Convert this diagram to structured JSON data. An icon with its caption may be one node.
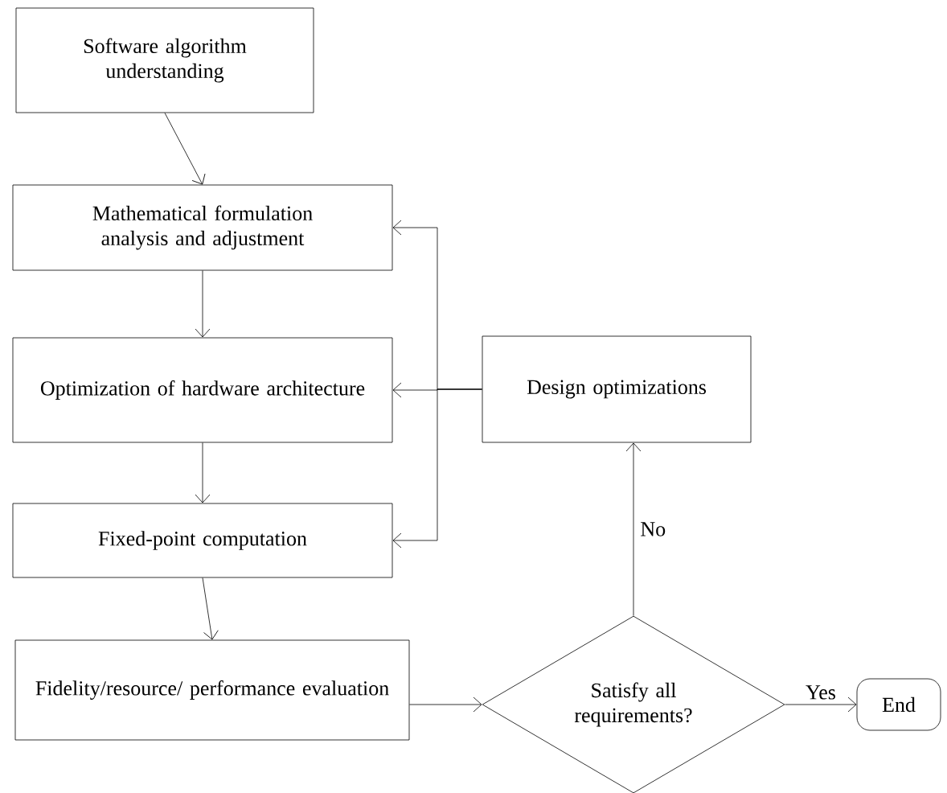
{
  "diagram": {
    "nodes": [
      {
        "text": [
          "Software algorithm understanding"
        ]
      },
      {
        "text": [
          "Mathematical formulation analysis and adjustment"
        ]
      },
      {
        "text": [
          "Optimization of hardware architecture"
        ]
      },
      {
        "text": [
          "Fixed-point computation"
        ]
      },
      {
        "text": [
          "Fidelity/resource/ performance evaluation"
        ]
      },
      {
        "text": [
          "Design optimizations"
        ]
      },
      {
        "text": [
          "Satisfy all requirements?"
        ]
      },
      {
        "text": [
          "End"
        ]
      }
    ],
    "edges": [
      {
        "from": 0,
        "to": 1,
        "arrow": "to"
      },
      {
        "from": 1,
        "to": 2,
        "arrow": "to"
      },
      {
        "from": 2,
        "to": 3,
        "arrow": "to"
      },
      {
        "from": 3,
        "to": 4,
        "arrow": "to"
      },
      {
        "from": 4,
        "to": 6,
        "arrow": "to"
      },
      {
        "from": 6,
        "to": 5,
        "arrow": "to",
        "label": "No"
      },
      {
        "from": 6,
        "to": 7,
        "arrow": "to",
        "label": "Yes"
      },
      {
        "from": 5,
        "to": 1,
        "arrow": "to"
      },
      {
        "from": 5,
        "to": 2,
        "arrow": "to"
      },
      {
        "from": 5,
        "to": 3,
        "arrow": "to"
      }
    ]
  }
}
